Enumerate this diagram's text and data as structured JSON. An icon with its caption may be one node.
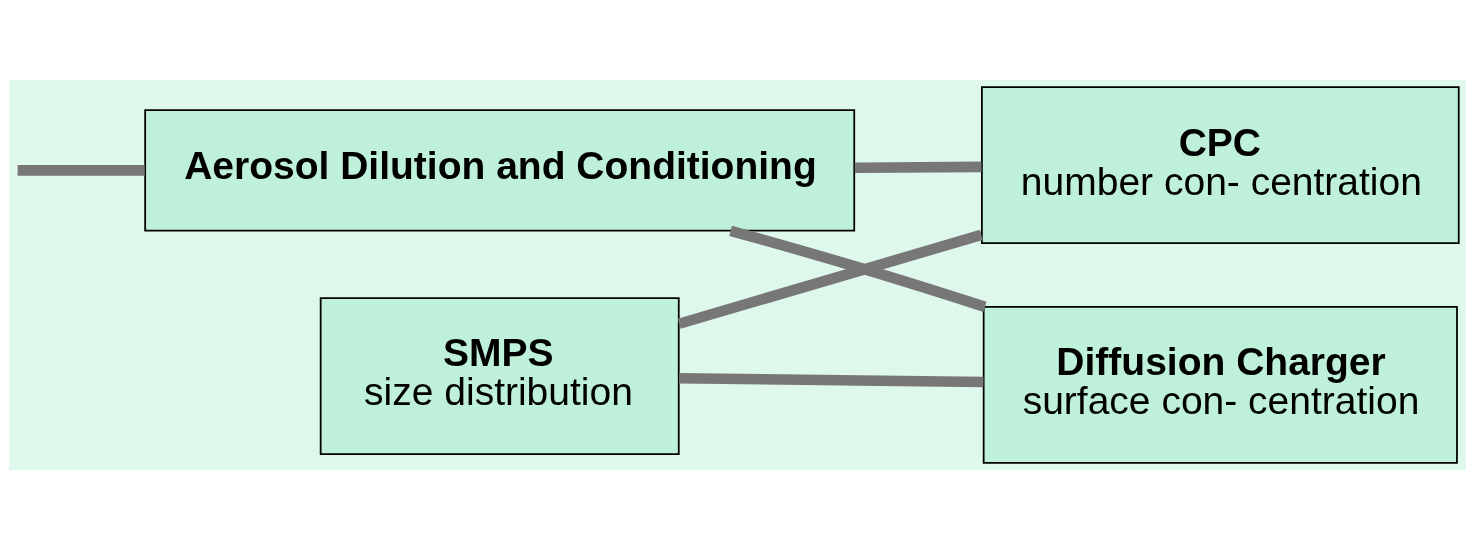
{
  "diagram": {
    "nodes": [
      {
        "text": [
          "Aerosol Dilution and Conditioning"
        ]
      },
      {
        "text": [
          "SMPS",
          "size distribution"
        ]
      },
      {
        "text": [
          "CPC",
          "number con- centration"
        ]
      },
      {
        "text": [
          "Diffusion Charger",
          "surface con- centration"
        ]
      }
    ],
    "edges": [
      {
        "from": null,
        "to": 0,
        "arrow": "none"
      },
      {
        "from": 0,
        "to": 2,
        "arrow": "none"
      },
      {
        "from": 0,
        "to": 3,
        "arrow": "none"
      },
      {
        "from": 1,
        "to": 2,
        "arrow": "none"
      },
      {
        "from": 1,
        "to": 3,
        "arrow": "none"
      }
    ]
  }
}
